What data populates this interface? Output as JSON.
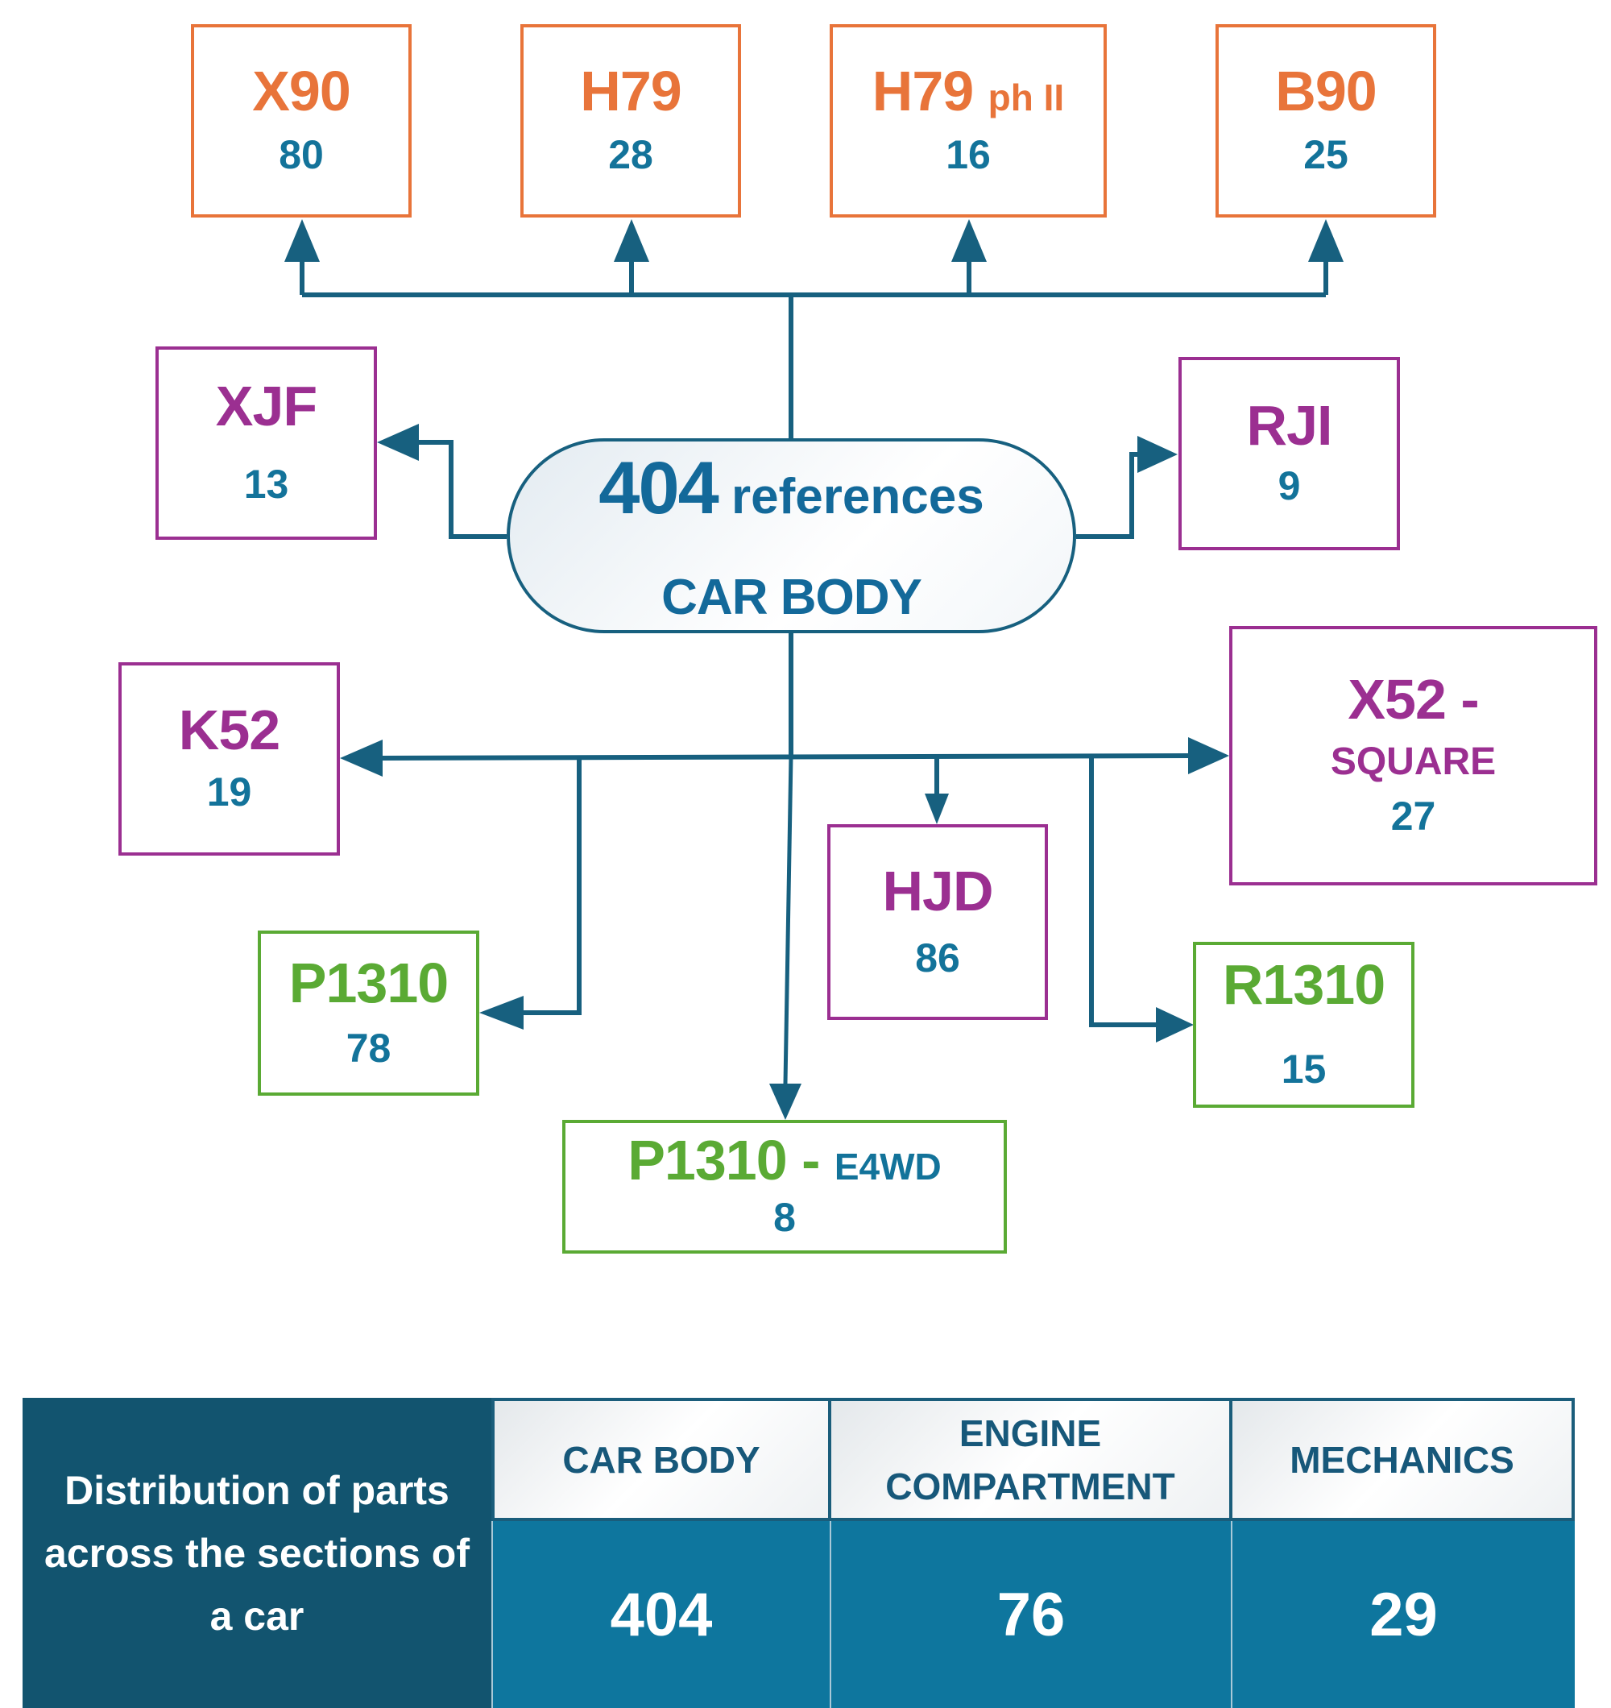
{
  "diagram": {
    "center": {
      "count": "404",
      "count_suffix": "references",
      "label": "CAR BODY"
    },
    "nodes": [
      {
        "id": "x90",
        "title": "X90",
        "suffix": "",
        "sub": "",
        "count": "80",
        "group": "orange"
      },
      {
        "id": "h79",
        "title": "H79",
        "suffix": "",
        "sub": "",
        "count": "28",
        "group": "orange"
      },
      {
        "id": "h79-ph-ii",
        "title": "H79",
        "suffix": "ph II",
        "sub": "",
        "count": "16",
        "group": "orange"
      },
      {
        "id": "b90",
        "title": "B90",
        "suffix": "",
        "sub": "",
        "count": "25",
        "group": "orange"
      },
      {
        "id": "xjf",
        "title": "XJF",
        "suffix": "",
        "sub": "",
        "count": "13",
        "group": "purple"
      },
      {
        "id": "rji",
        "title": "RJI",
        "suffix": "",
        "sub": "",
        "count": "9",
        "group": "purple"
      },
      {
        "id": "k52",
        "title": "K52",
        "suffix": "",
        "sub": "",
        "count": "19",
        "group": "purple"
      },
      {
        "id": "x52-square",
        "title": "X52 -",
        "suffix": "",
        "sub": "SQUARE",
        "count": "27",
        "group": "purple"
      },
      {
        "id": "hjd",
        "title": "HJD",
        "suffix": "",
        "sub": "",
        "count": "86",
        "group": "purple"
      },
      {
        "id": "p1310",
        "title": "P1310",
        "suffix": "",
        "sub": "",
        "count": "78",
        "group": "green"
      },
      {
        "id": "r1310",
        "title": "R1310",
        "suffix": "",
        "sub": "",
        "count": "15",
        "group": "green"
      },
      {
        "id": "p1310-e4wd",
        "title": "P1310 -",
        "suffix": "E4WD",
        "sub": "",
        "count": "8",
        "group": "green"
      }
    ],
    "colors": {
      "orange": "#e8743a",
      "purple": "#9b2f91",
      "green": "#5aaa34",
      "count_blue": "#13739a",
      "connector": "#17607f"
    }
  },
  "table": {
    "row_header": "Distribution of parts across the sections of a car",
    "columns": [
      {
        "header": "CAR BODY",
        "value": "404"
      },
      {
        "header": "ENGINE COMPARTMENT",
        "value": "76"
      },
      {
        "header": "MECHANICS",
        "value": "29"
      }
    ],
    "colors": {
      "row_header_bg": "#12546f",
      "value_bg": "#0e769e"
    }
  }
}
